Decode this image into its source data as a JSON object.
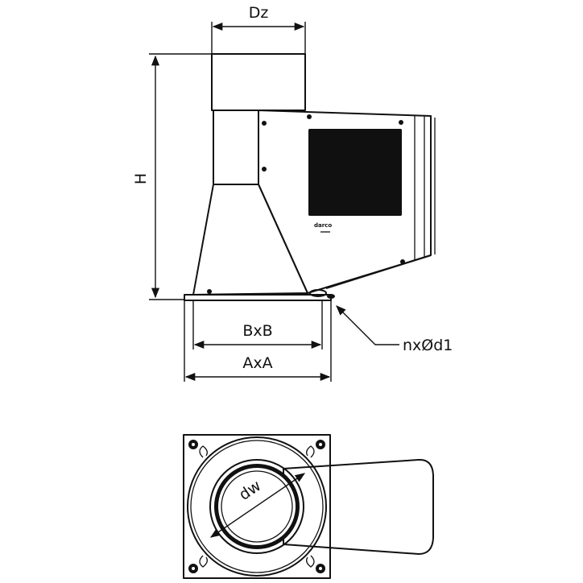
{
  "labels": {
    "dz": "Dz",
    "h": "H",
    "bxb": "BxB",
    "axa": "AxA",
    "nxd1": "nxØd1",
    "dw": "dw"
  },
  "logo_text": "darco"
}
